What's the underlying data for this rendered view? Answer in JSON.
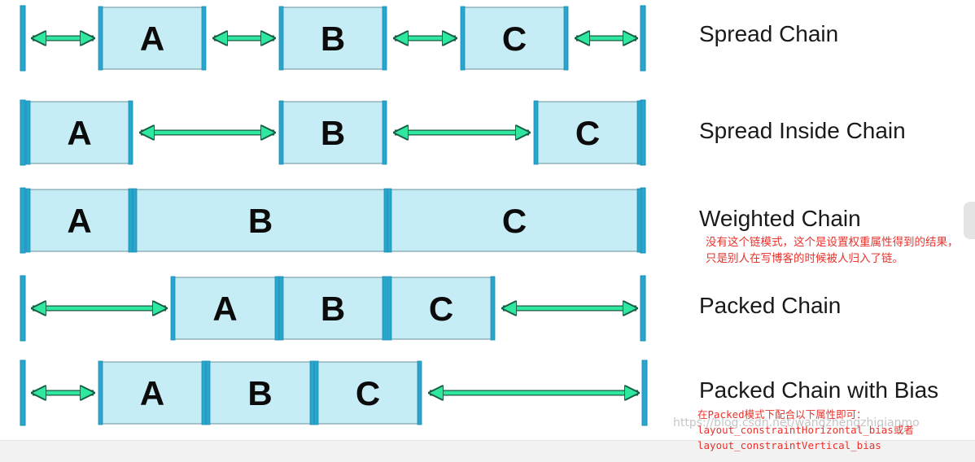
{
  "rows": [
    {
      "label": "Spread Chain",
      "boxes": [
        {
          "letter": "A"
        },
        {
          "letter": "B"
        },
        {
          "letter": "C"
        }
      ]
    },
    {
      "label": "Spread Inside Chain",
      "boxes": [
        {
          "letter": "A"
        },
        {
          "letter": "B"
        },
        {
          "letter": "C"
        }
      ]
    },
    {
      "label": "Weighted Chain",
      "boxes": [
        {
          "letter": "A"
        },
        {
          "letter": "B"
        },
        {
          "letter": "C"
        }
      ]
    },
    {
      "label": "Packed Chain",
      "boxes": [
        {
          "letter": "A"
        },
        {
          "letter": "B"
        },
        {
          "letter": "C"
        }
      ]
    },
    {
      "label": "Packed Chain with Bias",
      "boxes": [
        {
          "letter": "A"
        },
        {
          "letter": "B"
        },
        {
          "letter": "C"
        }
      ]
    }
  ],
  "notes": {
    "weighted": "没有这个链模式，这个是设置权重属性得到的结果，只是别人在写博客的时候被人归入了链。",
    "packed_bias_line1": "在Packed模式下配合以下属性即可：",
    "packed_bias_line2": "layout_constraintHorizontal_bias或者",
    "packed_bias_line3": "layout_constraintVertical_bias"
  },
  "watermark": "https://blog.csdn.net/wangzhengzhiqianmo",
  "colors": {
    "box_fill": "#c6ecf6",
    "box_edge": "#1a8fb5",
    "arrow": "#2ee8a0",
    "arrow_edge": "#1a5a44",
    "note_red": "#e8322c"
  }
}
